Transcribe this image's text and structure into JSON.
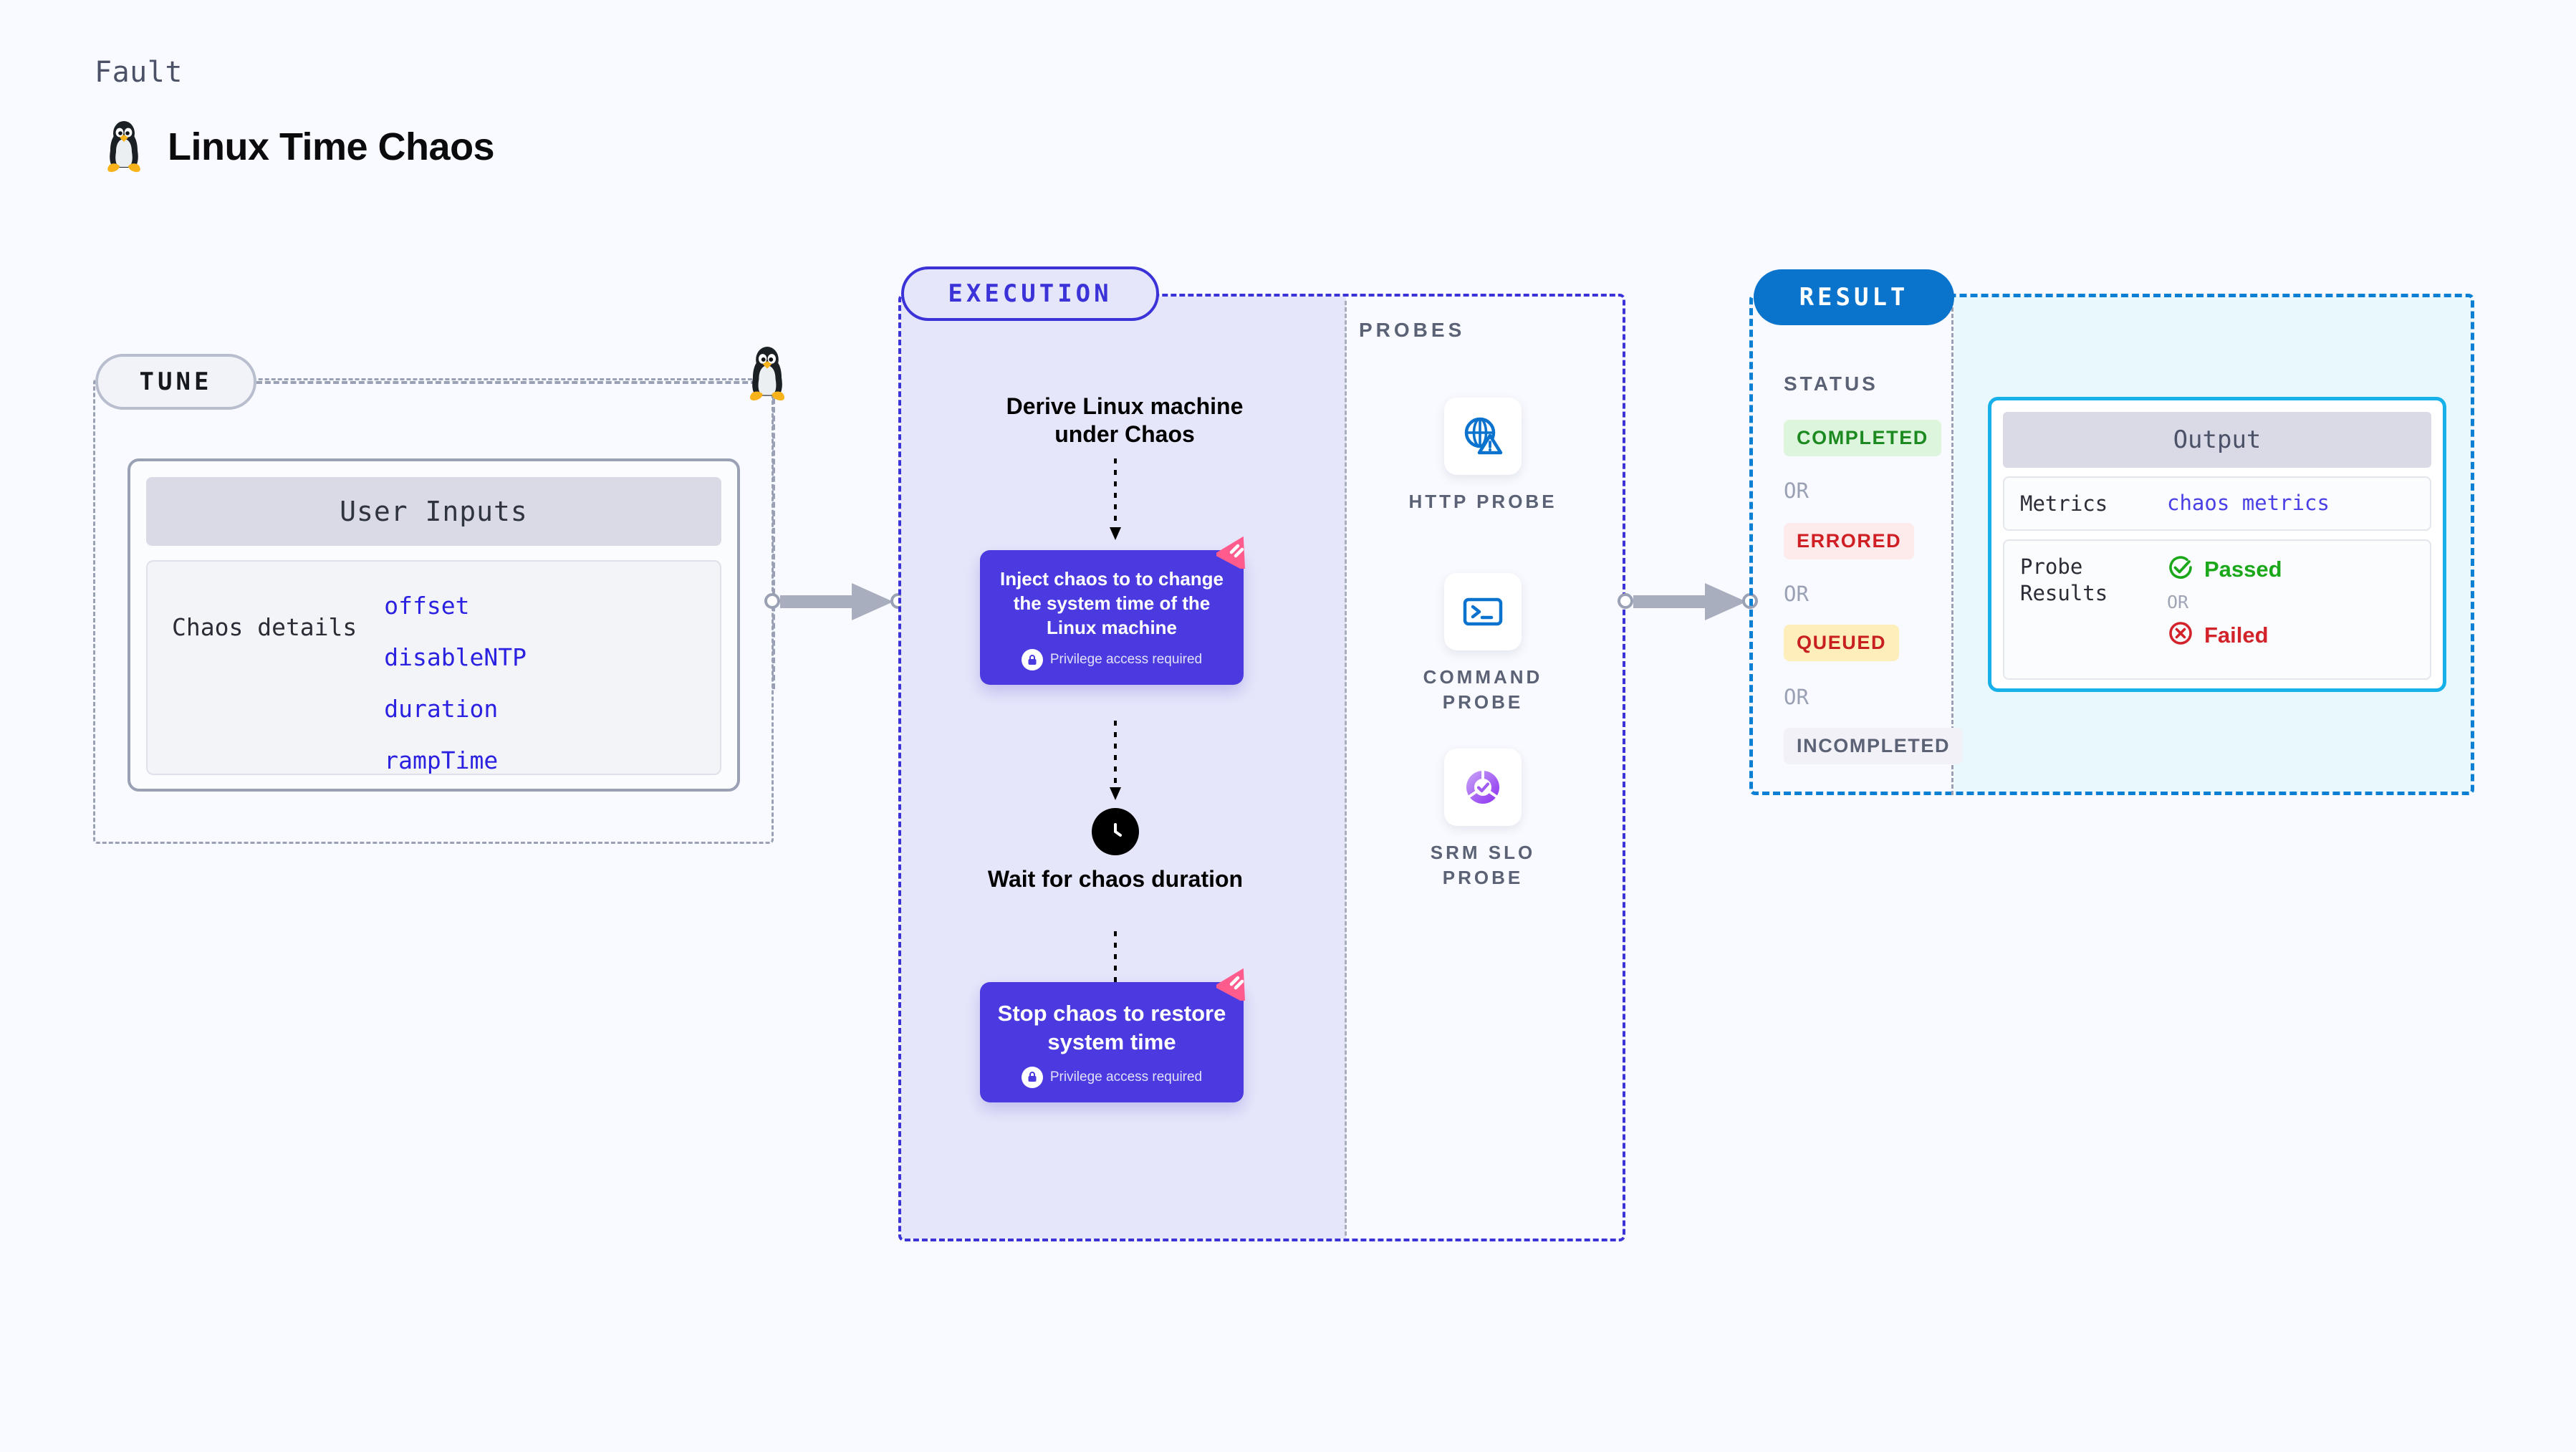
{
  "header": {
    "kicker": "Fault",
    "title": "Linux Time Chaos",
    "icon": "linux-tux-icon"
  },
  "tune": {
    "badge": "TUNE",
    "card_title": "User Inputs",
    "inputs_key": "Chaos details",
    "inputs_values": [
      "offset",
      "disableNTP",
      "duration",
      "rampTime"
    ]
  },
  "execution": {
    "badge": "EXECUTION",
    "step1_title": "Derive Linux machine under Chaos",
    "inject_card": {
      "title": "Inject chaos to to change the system time of the Linux machine",
      "privilege": "Privilege access required",
      "mark": "litmus-chaos-icon"
    },
    "wait_title": "Wait for chaos duration",
    "wait_icon": "clock-icon",
    "stop_card": {
      "title": "Stop chaos to restore system time",
      "privilege": "Privilege access required",
      "mark": "litmus-chaos-icon"
    }
  },
  "probes": {
    "label": "PROBES",
    "items": [
      {
        "name": "HTTP PROBE",
        "icon": "globe-warning-icon"
      },
      {
        "name": "COMMAND PROBE",
        "icon": "terminal-prompt-icon"
      },
      {
        "name": "SRM SLO PROBE",
        "icon": "slo-donut-check-icon"
      }
    ]
  },
  "result": {
    "badge": "RESULT",
    "status_label": "STATUS",
    "or": "OR",
    "statuses": [
      {
        "label": "COMPLETED",
        "bg": "#dcf5dc",
        "fg": "#1d8a21"
      },
      {
        "label": "ERRORED",
        "bg": "#fdeaea",
        "fg": "#cf1f24"
      },
      {
        "label": "QUEUED",
        "bg": "#fdeebc",
        "fg": "#c8201f"
      },
      {
        "label": "INCOMPLETED",
        "bg": "#f1f1f7",
        "fg": "#5b6275"
      }
    ],
    "output": {
      "title": "Output",
      "metrics_key": "Metrics",
      "metrics_value": "chaos metrics",
      "probe_results_key": "Probe\nResults",
      "passed": "Passed",
      "or": "OR",
      "failed": "Failed"
    }
  },
  "colors": {
    "background": "#f9faff",
    "execution_accent": "#3b32d8",
    "execution_fill": "#e6e6fb",
    "result_accent": "#0a73cb",
    "result_fill": "#e9f8fd",
    "output_border": "#18b0e9",
    "chaos_card": "#4a3ae0",
    "litmus_pink": "#ff5c8d",
    "value_blue": "#2b21e0",
    "muted": "#5b6275"
  }
}
